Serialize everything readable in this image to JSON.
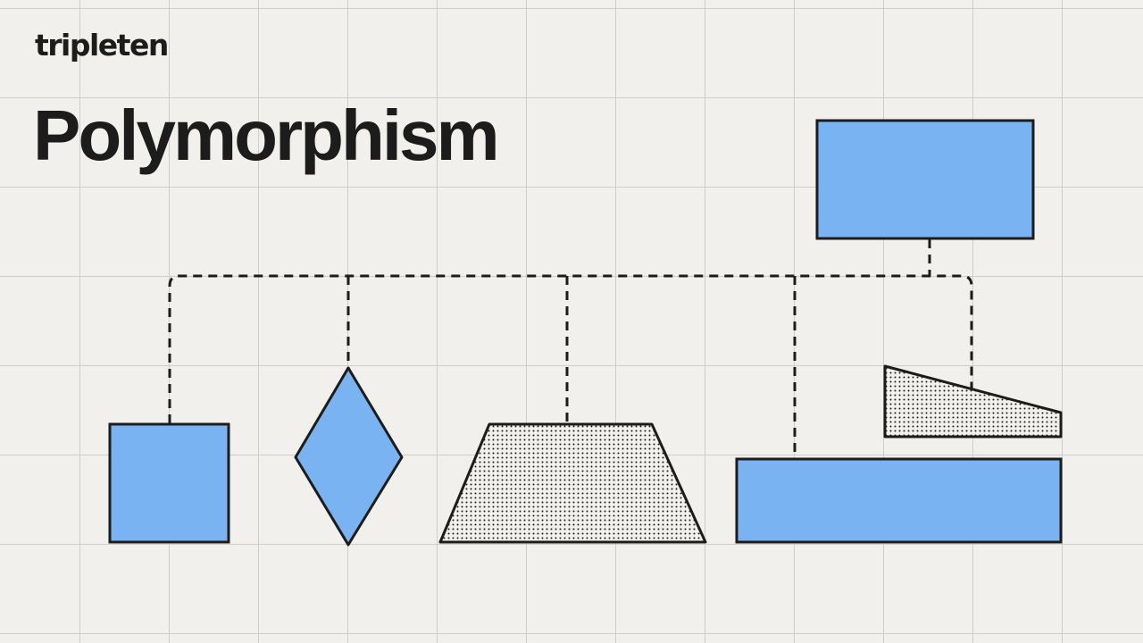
{
  "brand": {
    "logo_text": "tripleten"
  },
  "header": {
    "title": "Polymorphism"
  },
  "colors": {
    "background": "#f1f0ec",
    "grid": "#cfcdc8",
    "shape_fill": "#7ab3f1",
    "stroke": "#1c1c1c",
    "dots": "#1c1c1c"
  },
  "diagram": {
    "parent": {
      "shape": "rectangle",
      "fill": "solid-blue"
    },
    "children": [
      {
        "shape": "square",
        "fill": "solid-blue"
      },
      {
        "shape": "diamond",
        "fill": "solid-blue"
      },
      {
        "shape": "trapezoid",
        "fill": "dotted"
      },
      {
        "shape": "wide-rectangle",
        "fill": "solid-blue"
      },
      {
        "shape": "wedge",
        "fill": "dotted"
      }
    ],
    "connector_style": "dashed"
  }
}
